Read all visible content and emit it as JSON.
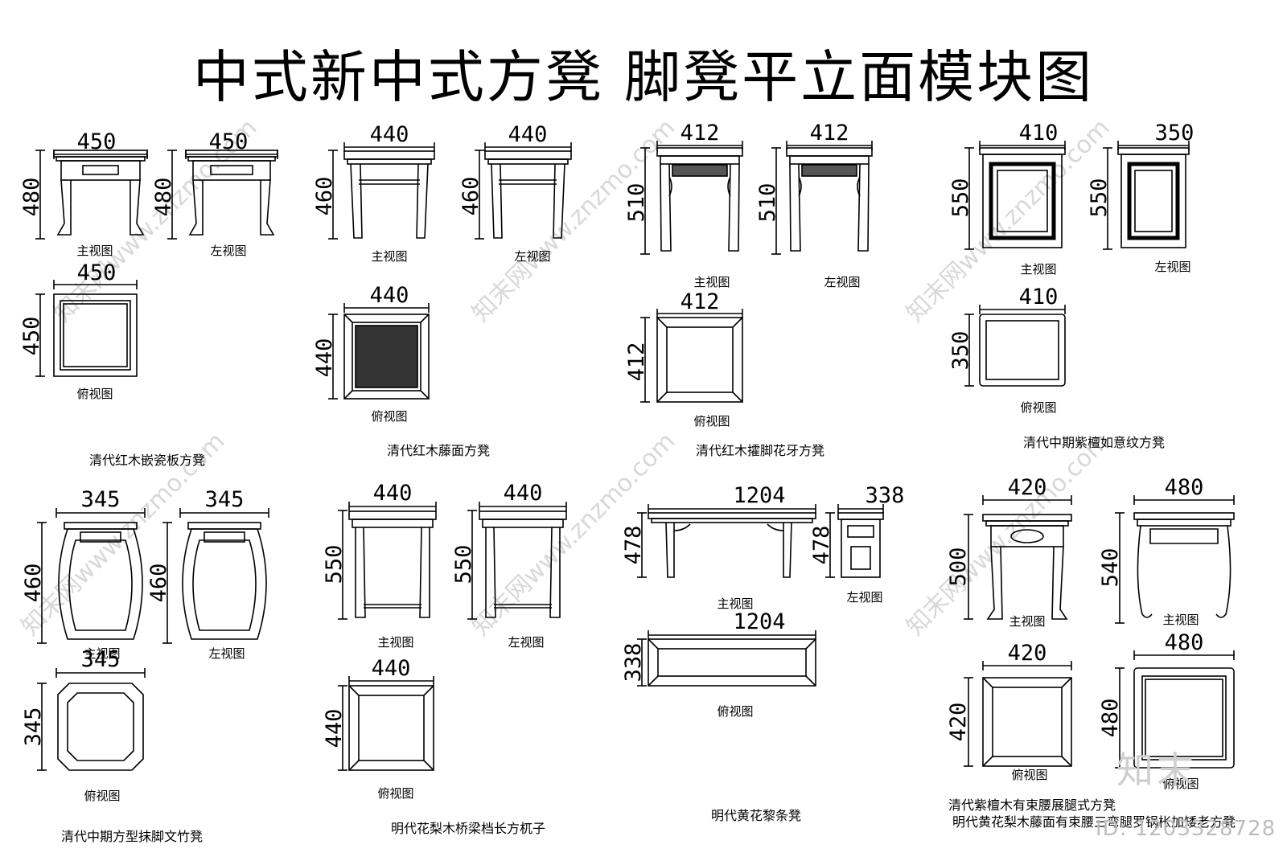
{
  "title": "中式新中式方凳  脚凳平立面模块图",
  "watermark": "知末网www.znzmo.com",
  "logo": "知末",
  "id_text": "ID: 1203328728",
  "stools": [
    {
      "name": "清代红木嵌瓷板方凳",
      "front": {
        "label": "主视图",
        "width": "450",
        "height": "480"
      },
      "side": {
        "label": "左视图",
        "width": "450",
        "height": "480"
      },
      "top": {
        "label": "俯视图",
        "width": "450",
        "depth": "450"
      }
    },
    {
      "name": "清代红木藤面方凳",
      "front": {
        "label": "主视图",
        "width": "440",
        "height": "460"
      },
      "side": {
        "label": "左视图",
        "width": "440",
        "height": "460"
      },
      "top": {
        "label": "俯视图",
        "width": "440",
        "depth": "440"
      }
    },
    {
      "name": "清代红木攉脚花牙方凳",
      "front": {
        "label": "主视图",
        "width": "412",
        "height": "510"
      },
      "side": {
        "label": "左视图",
        "width": "412",
        "height": "510"
      },
      "top": {
        "label": "俯视图",
        "width": "412",
        "depth": "412"
      }
    },
    {
      "name": "清代中期紫檀如意纹方凳",
      "front": {
        "label": "主视图",
        "width": "410",
        "height": "550"
      },
      "side": {
        "label": "左视图",
        "width": "350",
        "height": "550"
      },
      "top": {
        "label": "俯视图",
        "width": "410",
        "depth": "350"
      }
    },
    {
      "name": "清代中期方型抹脚文竹凳",
      "front": {
        "label": "主视图",
        "width": "345",
        "height": "460"
      },
      "side": {
        "label": "左视图",
        "width": "345",
        "height": "460"
      },
      "top": {
        "label": "俯视图",
        "width": "345",
        "depth": "345"
      }
    },
    {
      "name": "明代花梨木桥梁档长方杌子",
      "front": {
        "label": "主视图",
        "width": "440",
        "height": "550"
      },
      "side": {
        "label": "左视图",
        "width": "440",
        "height": "550"
      },
      "top": {
        "label": "俯视图",
        "width": "440",
        "depth": "440"
      }
    },
    {
      "name": "明代黄花黎条凳",
      "front": {
        "label": "主视图",
        "width": "1204",
        "height": "478"
      },
      "side": {
        "label": "左视图",
        "width": "338",
        "height": "478"
      },
      "top": {
        "label": "俯视图",
        "width": "1204",
        "depth": "338"
      }
    },
    {
      "name": "清代紫檀木有束腰展腿式方凳",
      "front": {
        "label": "主视图",
        "width": "420",
        "height": "500"
      },
      "top": {
        "label": "俯视图",
        "width": "420",
        "depth": "420"
      }
    },
    {
      "name": "明代黄花梨木藤面有束腰三弯腿罗锅枨加矮老方凳",
      "front": {
        "label": "主视图",
        "width": "480",
        "height": "540"
      },
      "top": {
        "label": "俯视图",
        "width": "480",
        "depth": "480"
      }
    }
  ]
}
